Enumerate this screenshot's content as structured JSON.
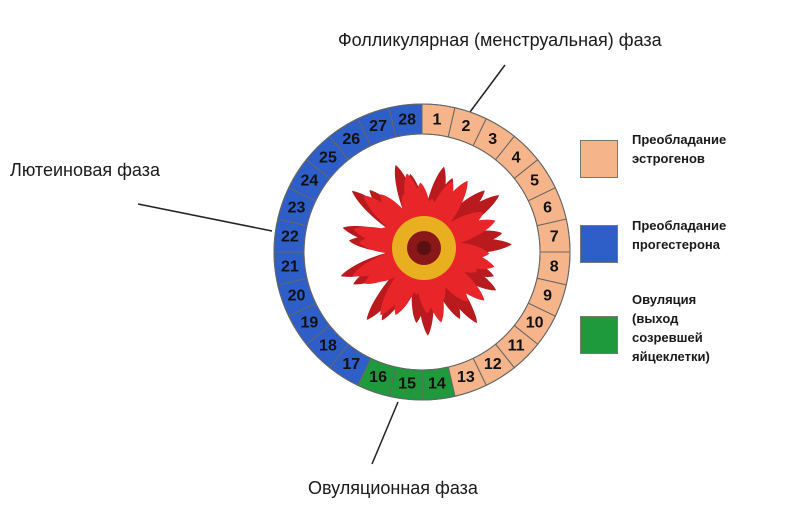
{
  "phases": {
    "follicular": "Фолликулярная (менструальная) фаза",
    "luteal": "Лютеиновая фаза",
    "ovulation": "Овуляционная фаза"
  },
  "legend": [
    {
      "key": "estrogen",
      "text": "Преобладание\nэстрогенов",
      "color": "#f5b489"
    },
    {
      "key": "progesterone",
      "text": "Преобладание\nпрогестерона",
      "color": "#2e5ec8"
    },
    {
      "key": "ovulation",
      "text": "Овуляция\n(выход\nсозревшей\nяйцеклетки)",
      "color": "#1e9a3c"
    }
  ],
  "colors": {
    "estrogen": "#f5b489",
    "progesterone": "#2e5ec8",
    "ovulation": "#1e9a3c",
    "divider": "#666666",
    "flower_petal": "#e8262a",
    "flower_petal_dark": "#b81a1e",
    "flower_center": "#e8b020",
    "flower_center_inner": "#8a1818"
  },
  "cycle_days": [
    {
      "day": "1",
      "kind": "estrogen"
    },
    {
      "day": "2",
      "kind": "estrogen"
    },
    {
      "day": "3",
      "kind": "estrogen"
    },
    {
      "day": "4",
      "kind": "estrogen"
    },
    {
      "day": "5",
      "kind": "estrogen"
    },
    {
      "day": "6",
      "kind": "estrogen"
    },
    {
      "day": "7",
      "kind": "estrogen"
    },
    {
      "day": "8",
      "kind": "estrogen"
    },
    {
      "day": "9",
      "kind": "estrogen"
    },
    {
      "day": "10",
      "kind": "estrogen"
    },
    {
      "day": "11",
      "kind": "estrogen"
    },
    {
      "day": "12",
      "kind": "estrogen"
    },
    {
      "day": "13",
      "kind": "estrogen"
    },
    {
      "day": "14",
      "kind": "ovulation"
    },
    {
      "day": "15",
      "kind": "ovulation"
    },
    {
      "day": "16",
      "kind": "ovulation"
    },
    {
      "day": "17",
      "kind": "progesterone"
    },
    {
      "day": "18",
      "kind": "progesterone"
    },
    {
      "day": "19",
      "kind": "progesterone"
    },
    {
      "day": "20",
      "kind": "progesterone"
    },
    {
      "day": "21",
      "kind": "progesterone"
    },
    {
      "day": "22",
      "kind": "progesterone"
    },
    {
      "day": "23",
      "kind": "progesterone"
    },
    {
      "day": "24",
      "kind": "progesterone"
    },
    {
      "day": "25",
      "kind": "progesterone"
    },
    {
      "day": "26",
      "kind": "progesterone"
    },
    {
      "day": "27",
      "kind": "progesterone"
    },
    {
      "day": "28",
      "kind": "progesterone"
    }
  ]
}
